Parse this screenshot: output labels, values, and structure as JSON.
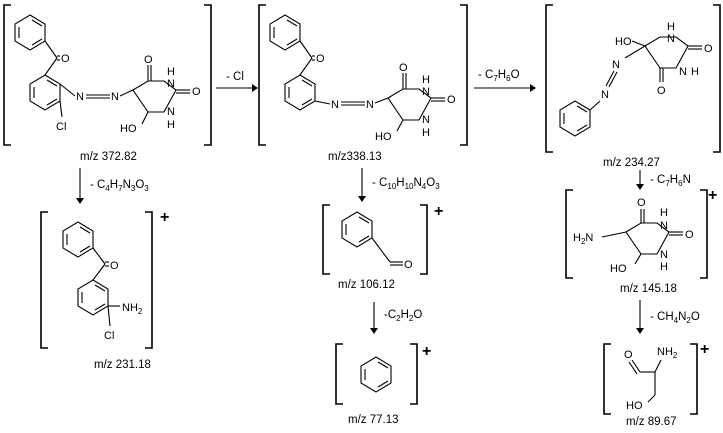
{
  "fragments": [
    {
      "id": "parent",
      "mz": "m/z 372.82",
      "atoms": {
        "o_keto": "O",
        "n_azo1": "N",
        "n_azo2": "N",
        "o_ring1": "O",
        "h_top": "H",
        "n_top": "N",
        "o_ring2": "O",
        "n_bot": "N",
        "h_bot": "H",
        "oh": "HO",
        "cl": "Cl"
      }
    },
    {
      "id": "frag-338",
      "mz": "m/z338.13",
      "atoms": {
        "o_keto": "O",
        "n_azo1": "N",
        "n_azo2": "N",
        "o_ring1": "O",
        "h_top": "H",
        "n_top": "N",
        "o_ring2": "O",
        "n_bot": "N",
        "h_bot": "H",
        "oh": "HO"
      }
    },
    {
      "id": "frag-234",
      "mz": "m/z 234.27",
      "atoms": {
        "oh": "HO",
        "h_top": "H",
        "n_top": "N",
        "o_ring1": "O",
        "n_mid": "N",
        "h_mid": "H",
        "o_ring2": "O",
        "n_azo1": "N",
        "n_azo2": "N"
      }
    },
    {
      "id": "frag-231",
      "mz": "m/z 231.18",
      "charge": "+",
      "atoms": {
        "o_keto": "O",
        "nh2": "NH",
        "nh2_sub": "2",
        "cl": "Cl"
      }
    },
    {
      "id": "frag-106",
      "mz": "m/z 106.12",
      "charge": "+",
      "atoms": {
        "o_ald": "O"
      }
    },
    {
      "id": "frag-145",
      "mz": "m/z 145.18",
      "charge": "+",
      "atoms": {
        "h2n": "H",
        "h2n_sub": "2",
        "h2n_n": "N",
        "o_ring1": "O",
        "h_top": "H",
        "n_top": "N",
        "o_ring2": "O",
        "n_bot": "N",
        "h_bot": "H",
        "oh": "HO"
      }
    },
    {
      "id": "frag-77",
      "mz": "m/z 77.13",
      "charge": "+"
    },
    {
      "id": "frag-89",
      "mz": "m/z 89.67",
      "charge": "+",
      "atoms": {
        "o_ald": "O",
        "nh2": "NH",
        "nh2_sub": "2",
        "oh": "HO"
      }
    }
  ],
  "losses": {
    "cl": "- Cl",
    "c7h6o": "- C",
    "c7h6o_s1": "7",
    "c7h6o_h": "H",
    "c7h6o_s2": "6",
    "c7h6o_o": "O",
    "c4h7n3o3": [
      "- C",
      "4",
      "H",
      "7",
      "N",
      "3",
      "O",
      "3"
    ],
    "c10h10n4o3": [
      "- C",
      "10",
      "H",
      "10",
      "N",
      "4",
      "O",
      "3"
    ],
    "c7h6n": [
      "- C",
      "7",
      "H",
      "6",
      "N"
    ],
    "c2h2o": [
      "-C",
      "2",
      "H",
      "2",
      "O"
    ],
    "ch4n2o": [
      "- CH",
      "4",
      "N",
      "2",
      "O"
    ]
  }
}
